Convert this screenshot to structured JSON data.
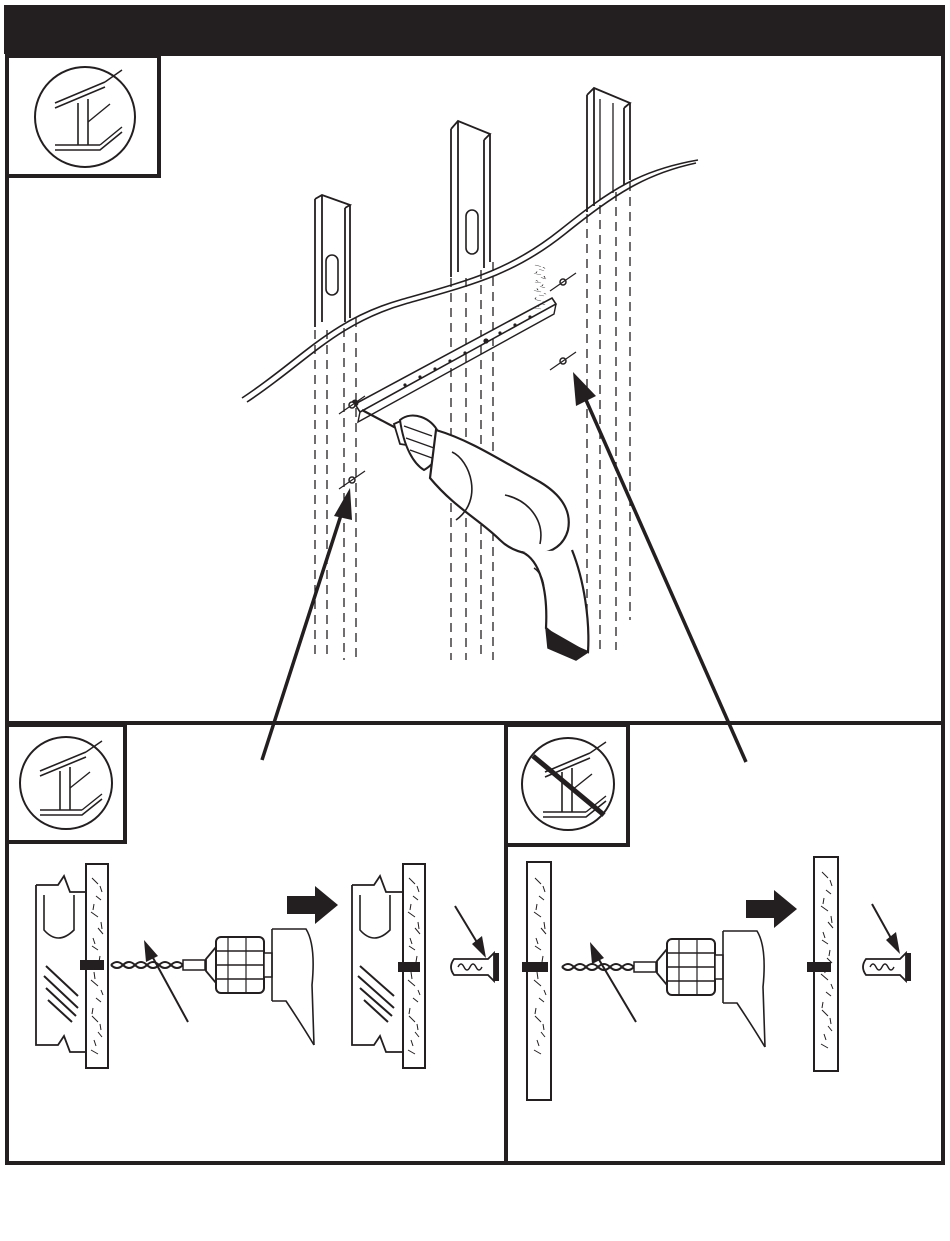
{
  "header": {
    "text": "",
    "background_color": "#231f20"
  },
  "panels": [
    {
      "id": "top",
      "icon": "steel-stud-icon"
    },
    {
      "id": "bottom-left",
      "icon": "steel-stud-icon"
    },
    {
      "id": "bottom-right",
      "icon": "no-steel-stud-icon"
    }
  ],
  "colors": {
    "ink": "#231f20",
    "paper": "#ffffff"
  }
}
